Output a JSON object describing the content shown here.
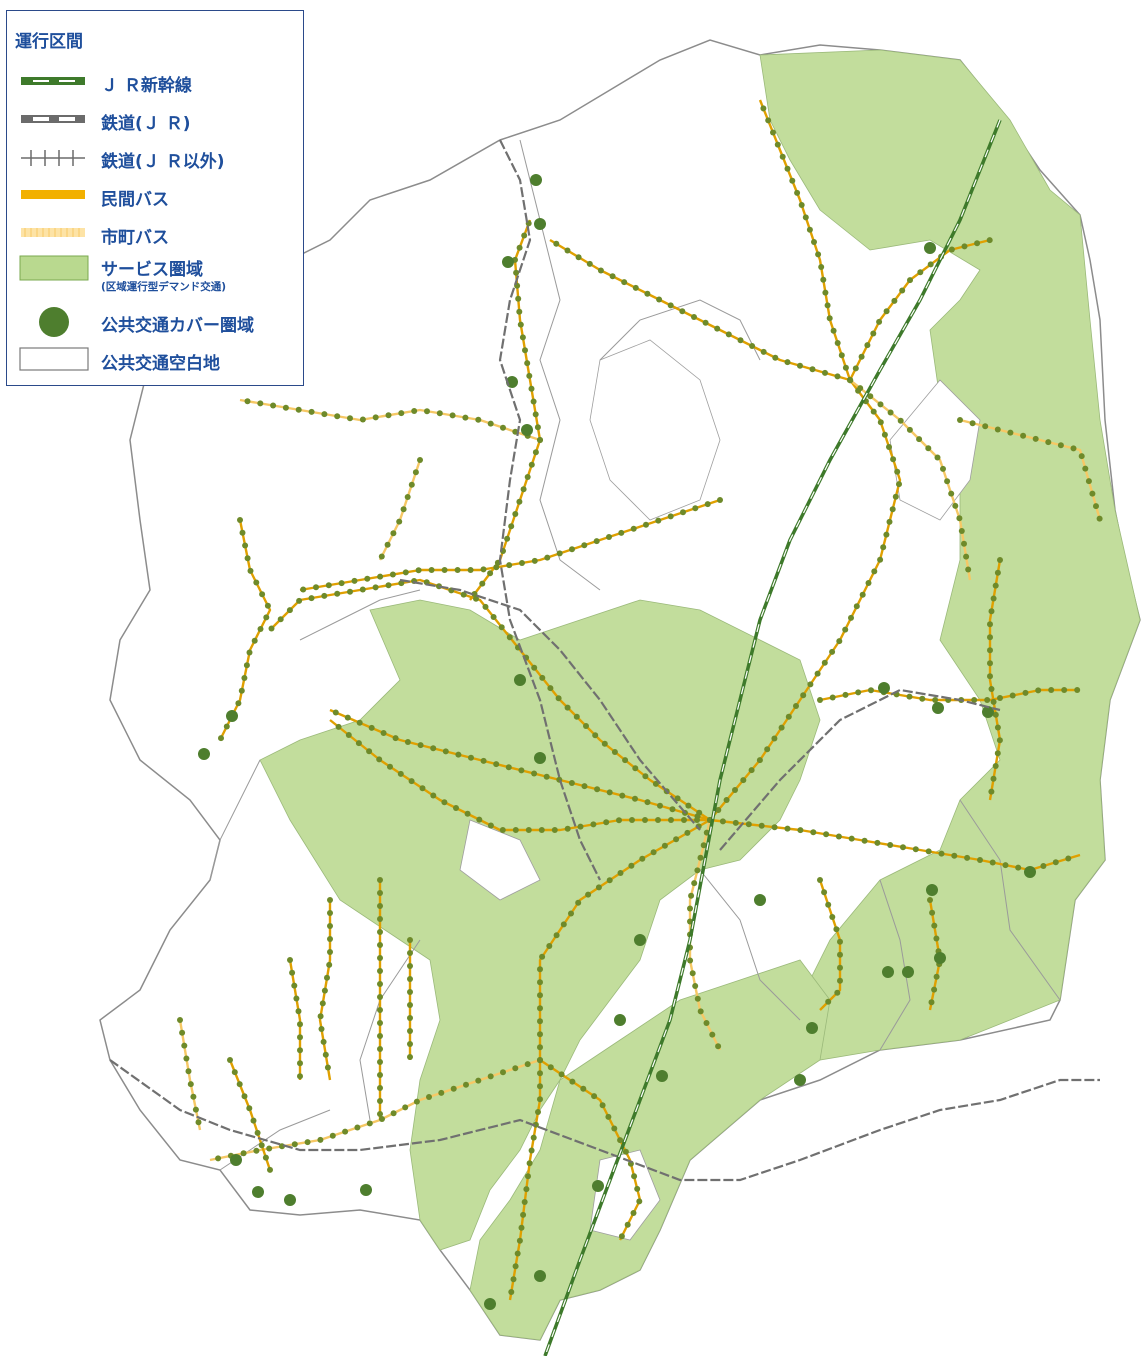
{
  "legend": {
    "title": "運行区間",
    "items": [
      {
        "id": "shinkansen",
        "label": "Ｊ Ｒ新幹線",
        "sub": "",
        "icon": "shinkansen-line-icon",
        "color": "#3e7a2b"
      },
      {
        "id": "jr",
        "label": "鉄道(Ｊ Ｒ)",
        "sub": "",
        "icon": "jr-railway-icon",
        "color": "#6b6b6b"
      },
      {
        "id": "other_rail",
        "label": "鉄道(Ｊ Ｒ以外)",
        "sub": "",
        "icon": "private-railway-icon",
        "color": "#6b6b6b"
      },
      {
        "id": "private_bus",
        "label": "民間バス",
        "sub": "",
        "icon": "private-bus-route-icon",
        "color": "#f2b000"
      },
      {
        "id": "municipal_bus",
        "label": "市町バス",
        "sub": "",
        "icon": "municipal-bus-route-icon",
        "color": "#fbd98a"
      },
      {
        "id": "service_area",
        "label": "サービス圏域",
        "sub": "(区域運行型デマンド交通)",
        "icon": "service-area-swatch-icon",
        "color": "#b9d98f"
      },
      {
        "id": "coverage",
        "label": "公共交通カバー圏域",
        "sub": "",
        "icon": "coverage-dot-icon",
        "color": "#4e7e2e"
      },
      {
        "id": "blank",
        "label": "公共交通空白地",
        "sub": "",
        "icon": "blank-area-swatch-icon",
        "color": "#ffffff"
      }
    ]
  },
  "map": {
    "colors": {
      "boundary": "#8c8c8c",
      "service_area_fill": "#c2dd9c",
      "private_bus": "#e0a000",
      "municipal_bus": "#f6c865",
      "coverage_dot": "#6e8a2a",
      "shinkansen": "#3e7a2b",
      "jr": "#707070",
      "stop_dark": "#4e7e2e"
    }
  }
}
